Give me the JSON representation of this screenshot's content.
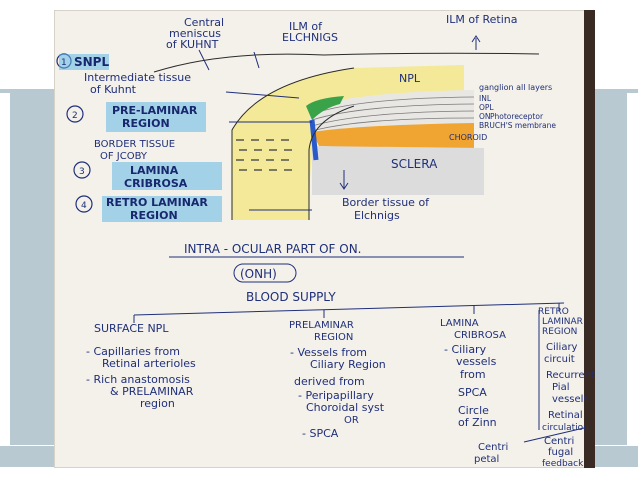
{
  "slide": {
    "colors": {
      "background": "#ffffff",
      "band": "#b9c9d2",
      "paper": "#f4f1ea",
      "ink": "#1f2f7a",
      "highlight_blue": "#5fb6e6",
      "fiber_yellow": "#f2e88a",
      "choroid_orange": "#f0a431",
      "sclera_gray": "#d9d9d9",
      "nerve_green": "#3aa34a"
    }
  },
  "diagram": {
    "labels": {
      "central_meniscus_1": "Central",
      "central_meniscus_2": "meniscus",
      "central_meniscus_3": "of KUHNT",
      "ilm_elchnigs_1": "ILM of",
      "ilm_elchnigs_2": "ELCHNIGS",
      "ilm_retina": "ILM of Retina",
      "snpl": "SNPL",
      "snpl_num": "1",
      "intermediate_1": "Intermediate tissue",
      "intermediate_2": "of Kuhnt",
      "npl": "NPL",
      "pre_laminar_1": "PRE-LAMINAR",
      "pre_laminar_2": "REGION",
      "pre_laminar_num": "2",
      "layers_1": "ganglion all layers",
      "layers_2": "INL",
      "layers_3": "OPL",
      "layers_4": "ON",
      "layers_5": "Photoreceptor",
      "layers_6": "BRUCH'S membrane",
      "choroid": "CHOROID",
      "border_tissue_1": "BORDER TISSUE",
      "border_tissue_2": "OF JCOBY",
      "lamina_1": "LAMINA",
      "lamina_2": "CRIBROSA",
      "lamina_num": "3",
      "sclera": "SCLERA",
      "retro_laminar_1": "RETRO LAMINAR",
      "retro_laminar_2": "REGION",
      "retro_laminar_num": "4",
      "border_elchnigs_1": "Border tissue of",
      "border_elchnigs_2": "Elchnigs",
      "title_1": "INTRA - OCULAR PART OF ON.",
      "title_2": "(ONH)"
    },
    "blood_supply": {
      "heading": "BLOOD SUPPLY",
      "col1": {
        "title": "SURFACE NPL",
        "lines": [
          "- Capillaries from",
          "Retinal arterioles",
          "- Rich anastomosis",
          "& PRELAMINAR",
          "region"
        ]
      },
      "col2": {
        "title_1": "PRELAMINAR",
        "title_2": "REGION",
        "lines": [
          "- Vessels from",
          "Ciliary Region",
          "derived from",
          "- Peripapillary",
          "Choroidal syst",
          "OR",
          "- SPCA"
        ]
      },
      "col3": {
        "title_1": "LAMINA",
        "title_2": "CRIBROSA",
        "lines": [
          "- Ciliary",
          "vessels",
          "from",
          "SPCA",
          "Circle",
          "of Zinn",
          "Centri",
          "petal"
        ]
      },
      "col4": {
        "title_1": "RETRO",
        "title_2": "LAMINAR",
        "title_3": "REGION",
        "lines": [
          "Ciliary",
          "circuit",
          "Recurrent",
          "Pial",
          "vessels",
          "Retinal",
          "circulation",
          "Centri",
          "fugal",
          "feedback"
        ]
      }
    }
  }
}
